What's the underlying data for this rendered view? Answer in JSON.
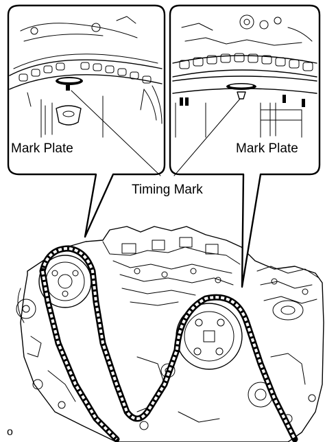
{
  "figure": {
    "labels": {
      "left_callout": "Mark Plate",
      "right_callout": "Mark Plate",
      "center": "Timing Mark",
      "corner_code": "o"
    }
  }
}
